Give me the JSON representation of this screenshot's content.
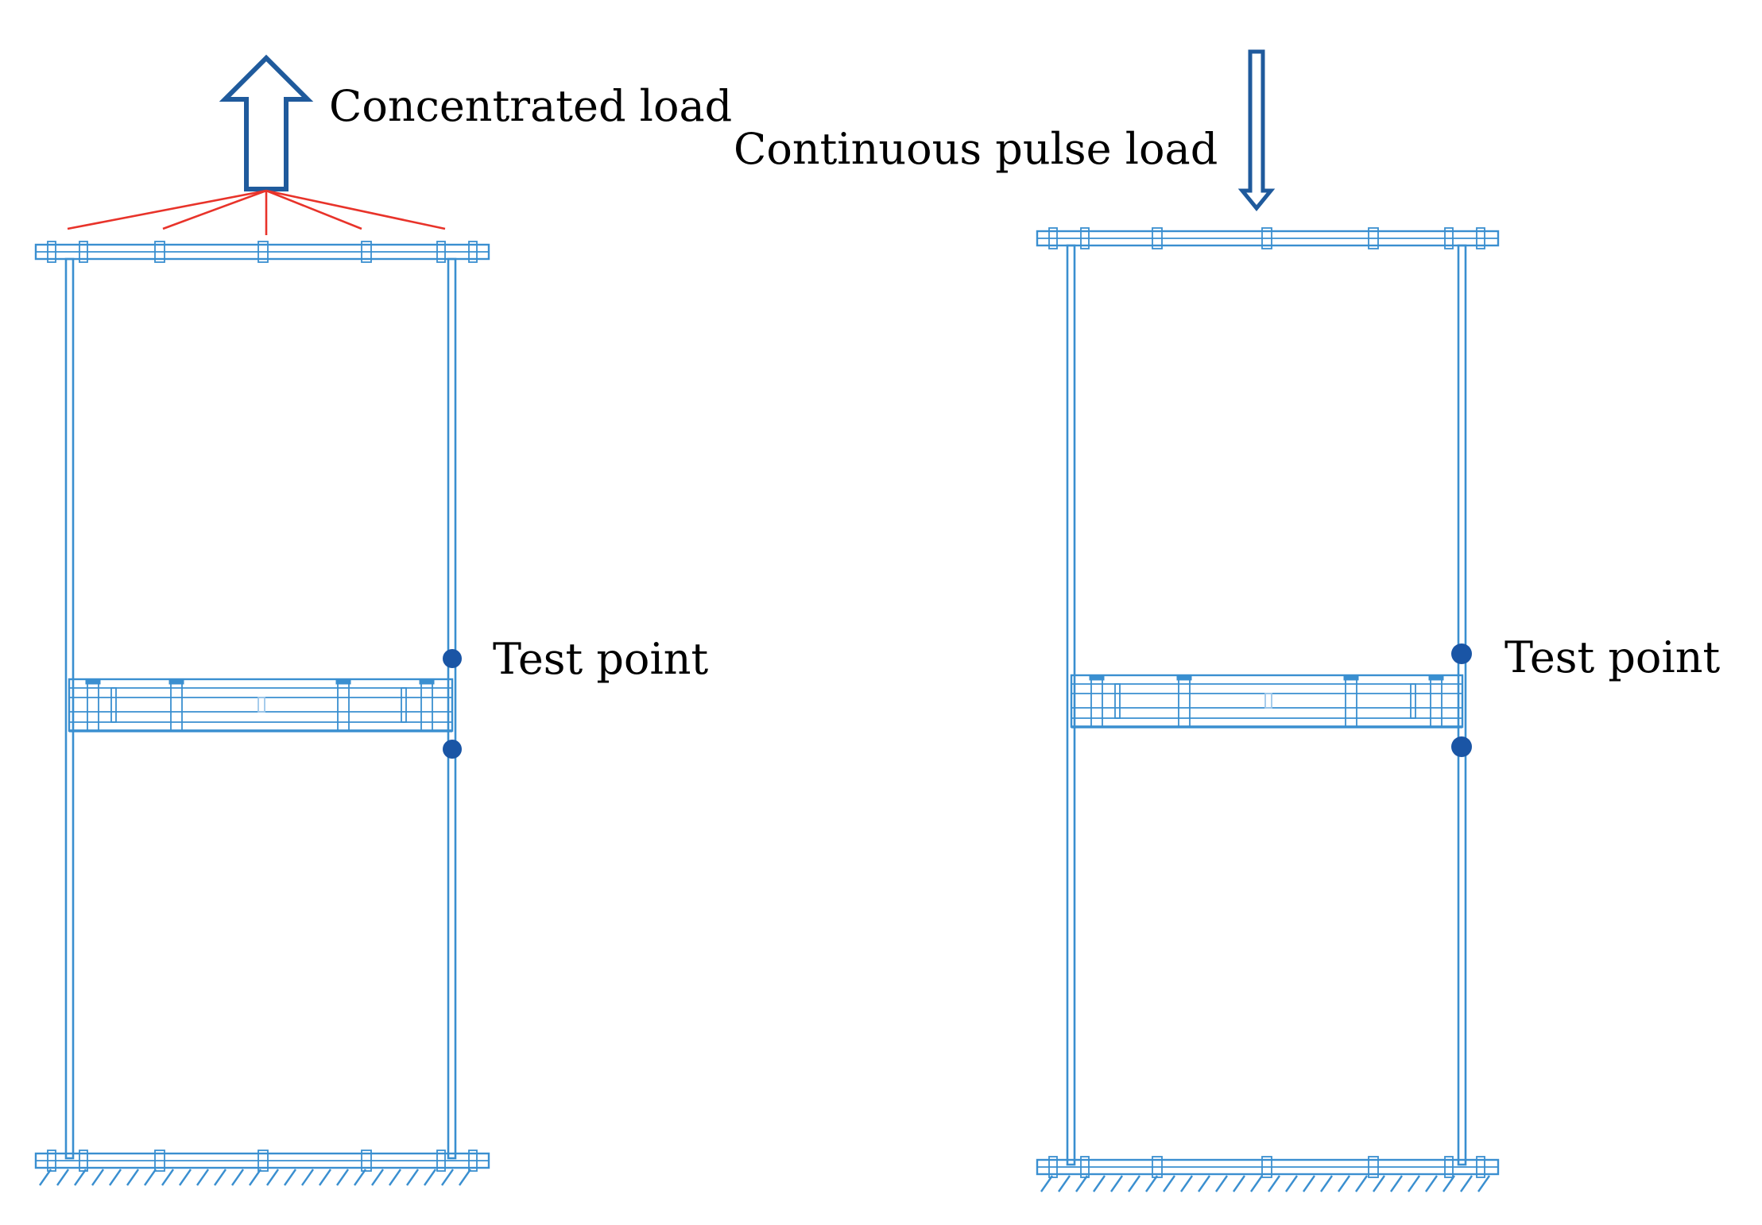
{
  "labels": {
    "concentrated_load": "Concentrated load",
    "continuous_pulse_load": "Continuous pulse load",
    "test_point_left": "Test point",
    "test_point_right": "Test point"
  },
  "colors": {
    "structure": "#3a8fd0",
    "structure_light": "#9cc6ea",
    "load_arrow": "#1f5a9c",
    "load_lines": "#e8332a",
    "test_point": "#1a55a5",
    "ground_hatch": "#3a8fd0",
    "text": "#000000"
  },
  "icons": {
    "concentrated_load_arrow": "hollow-up-arrow-icon",
    "pulse_load_arrow": "down-arrow-icon",
    "test_point_marker": "filled-circle-icon",
    "ground_support": "hatched-ground-icon"
  }
}
